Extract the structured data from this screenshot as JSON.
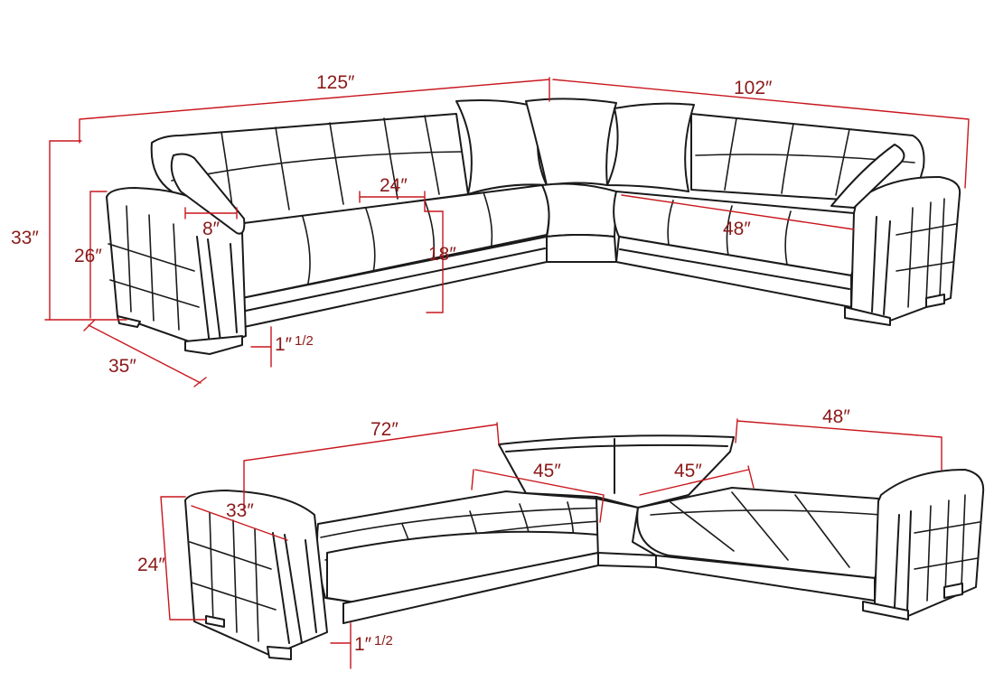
{
  "colors": {
    "dimension": "#c8161d",
    "dimension_text": "#8b1a1a",
    "outline": "#1a1a1a"
  },
  "top_view": {
    "dims": {
      "total_left": "125″",
      "total_right": "102″",
      "overall_height": "33″",
      "arm_height": "26″",
      "depth": "35″",
      "arm_width": "8″",
      "seat_depth": "24″",
      "seat_height": "18″",
      "corner_seat": "48″",
      "leg_height_main": "1″",
      "leg_height_frac": "1/2"
    }
  },
  "bottom_view": {
    "dims": {
      "bed_length": "72″",
      "corner_left": "45″",
      "corner_right": "45″",
      "right_section": "48″",
      "bed_width": "33″",
      "bed_height": "24″",
      "leg_height_main": "1″",
      "leg_height_frac": "1/2"
    }
  }
}
